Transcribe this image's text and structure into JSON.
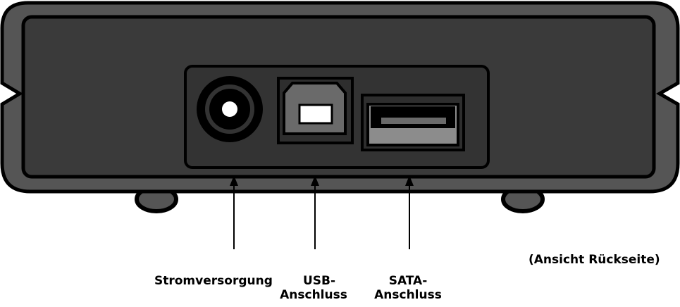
{
  "caption": "(Ansicht Rückseite)",
  "callouts": [
    {
      "id": "power",
      "lines": [
        "Stromversorgung"
      ]
    },
    {
      "id": "usb",
      "lines": [
        "USB-",
        "Anschluss"
      ]
    },
    {
      "id": "sata",
      "lines": [
        "SATA-",
        "Anschluss"
      ]
    }
  ],
  "colors": {
    "housing_rim": "#555555",
    "housing_face": "#3a3a3a",
    "port_panel": "#333333",
    "outline": "#000000",
    "usb_b_fill": "#6a6a6a",
    "connector_metal": "#8c8c8c",
    "background": "#ffffff"
  }
}
